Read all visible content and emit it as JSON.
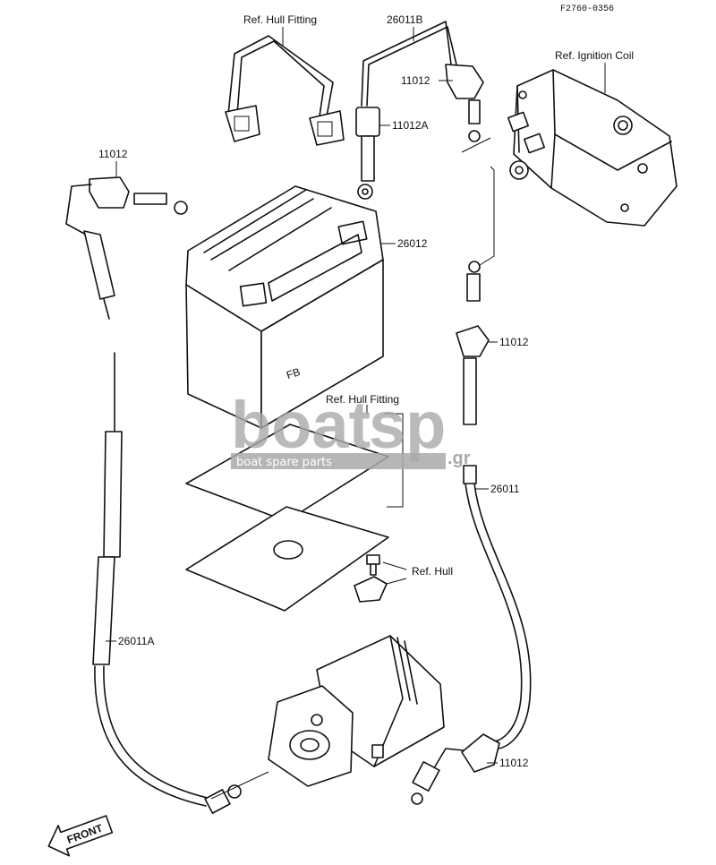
{
  "diagram": {
    "code": "F2760-0356",
    "labels": {
      "hull_fitting_top": "Ref. Hull Fitting",
      "cable_26011b": "26011B",
      "cap_top": "11012",
      "connector": "11012A",
      "ignition_coil": "Ref. Ignition Coil",
      "cap_left": "11012",
      "battery": "26012",
      "cap_right": "11012",
      "hull_fitting_mid": "Ref. Hull Fitting",
      "cable_26011": "26011",
      "hull": "Ref. Hull",
      "cable_26011a": "26011A",
      "cap_bottom": "11012",
      "front": "FRONT",
      "battery_marking": "FB"
    }
  },
  "watermark": {
    "brand_left": "boat",
    "brand_right": "sp",
    "brand_suffix": ".gr",
    "tagline": "boat spare parts"
  }
}
